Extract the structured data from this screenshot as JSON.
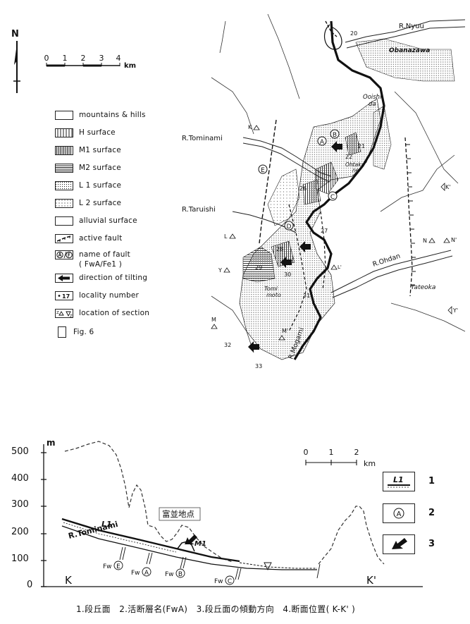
{
  "map": {
    "north_label": "N",
    "scale": {
      "ticks": [
        "0",
        "1",
        "2",
        "3",
        "4"
      ],
      "unit": "km"
    },
    "legend": [
      {
        "label": "mountains & hills",
        "pattern": "blank"
      },
      {
        "label": "H surface",
        "pattern": "vertical"
      },
      {
        "label": "M1 surface",
        "pattern": "dense-vertical"
      },
      {
        "label": "M2 surface",
        "pattern": "horizontal"
      },
      {
        "label": "L 1 surface",
        "pattern": "dots"
      },
      {
        "label": "L 2 surface",
        "pattern": "sparse-dots"
      },
      {
        "label": "alluvial surface",
        "pattern": "blank"
      },
      {
        "label": "active fault",
        "pattern": "fault"
      },
      {
        "label": "name of fault",
        "pattern": "fault-name"
      },
      {
        "label": "( FwA/Fe1 )",
        "pattern": "none"
      },
      {
        "label": "direction of tilting",
        "pattern": "arrow"
      },
      {
        "label": "locality number",
        "pattern": "locality"
      },
      {
        "label": "location of section",
        "pattern": "section"
      },
      {
        "label": "Fig. 6",
        "pattern": "fig"
      }
    ],
    "place_names": {
      "r_nyuu": "R.Nyuu",
      "obanazawa": "Obanazawa",
      "ooishida": "Ooishi\nda",
      "r_tominami": "R.Tominami",
      "r_taruishi": "R.Taruishi",
      "ohtaka": "Ohtaka\nne",
      "r_ohdan": "R.Ohdan",
      "tateoka": "Tateoka",
      "tominamoto": "Tomi\nmoto",
      "r_mogami": "R.Mogami"
    },
    "section_marks": [
      "K",
      "K'",
      "L",
      "L'",
      "N",
      "N'",
      "Y",
      "Y'",
      "M",
      "M'"
    ],
    "fault_letters": [
      "A",
      "B",
      "C",
      "D",
      "E"
    ],
    "locality_numbers": [
      "20",
      "21",
      "22",
      "26",
      "27",
      "28",
      "29",
      "30",
      "31",
      "32",
      "33"
    ]
  },
  "profile": {
    "y_unit": "m",
    "y_ticks": [
      "500",
      "400",
      "300",
      "200",
      "100",
      "0"
    ],
    "scale": {
      "ticks": [
        "0",
        "1",
        "2"
      ],
      "unit": "km"
    },
    "label_l1": "L1",
    "label_river": "R.Tominami",
    "label_m1": "M1",
    "site_label": "富並地点",
    "left_end": "K",
    "right_end": "K'",
    "fault_labels": [
      "Fw",
      "E",
      "Fw",
      "A",
      "Fw",
      "B",
      "Fw",
      "C"
    ],
    "key": [
      {
        "num": "1",
        "symbol": "L1"
      },
      {
        "num": "2",
        "symbol": "A"
      },
      {
        "num": "3",
        "symbol": "arrow"
      }
    ],
    "caption": "1.段丘面　2.活断層名(FwA)　3.段丘面の傾動方向　4.断面位置( K-K' )"
  }
}
